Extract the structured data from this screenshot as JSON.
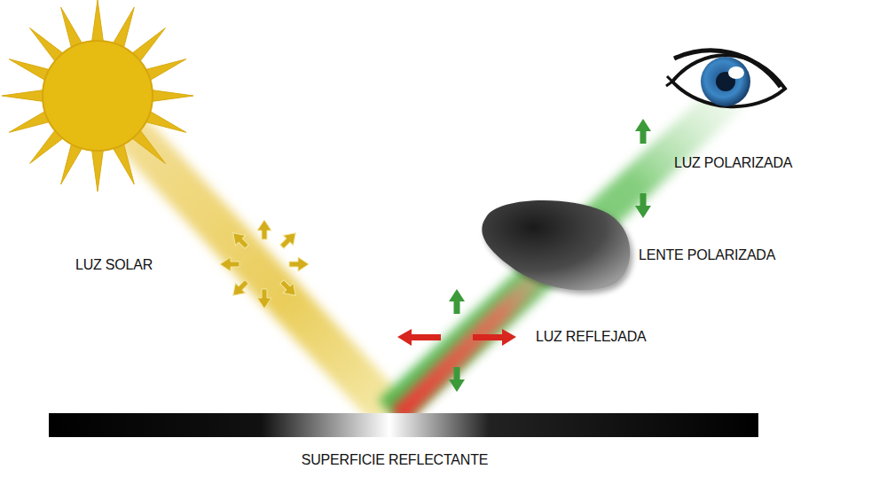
{
  "diagram": {
    "labels": [
      "LUZ SOLAR",
      "LUZ REFLEJADA",
      "LENTE POLARIZADA",
      "LUZ POLARIZADA",
      "SUPERFICIE REFLECTANTE"
    ]
  }
}
